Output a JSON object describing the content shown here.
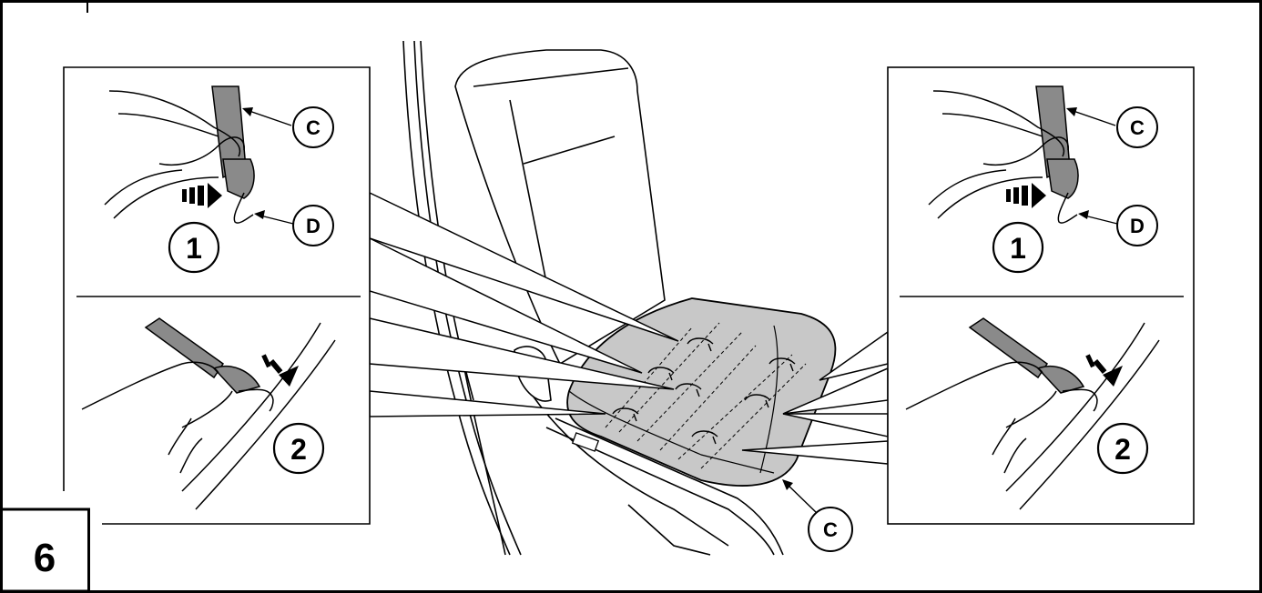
{
  "figure": {
    "number": "6",
    "colors": {
      "line": "#000000",
      "strap": "#8a8a8a",
      "cushion": "#c8c8c8",
      "paper": "#ffffff"
    }
  },
  "left_panel": {
    "step_1": {
      "number": "1",
      "callout_strap": "C",
      "callout_hook": "D"
    },
    "step_2": {
      "number": "2"
    }
  },
  "right_panel": {
    "step_1": {
      "number": "1",
      "callout_strap": "C",
      "callout_hook": "D"
    },
    "step_2": {
      "number": "2"
    }
  },
  "seat": {
    "callout_cover": "C"
  }
}
